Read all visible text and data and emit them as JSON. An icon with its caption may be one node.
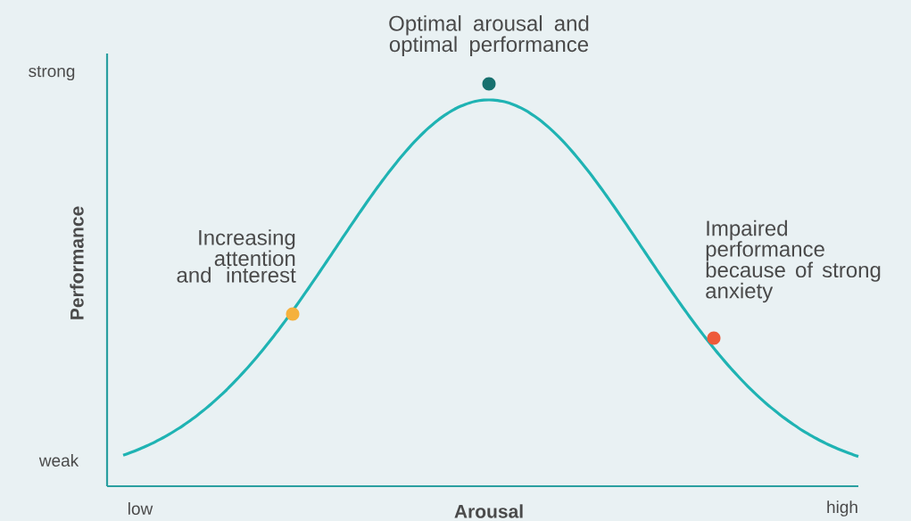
{
  "diagram": {
    "labels": [
      "Optimal arousal and optimal performance",
      "strong",
      "Increasing attention and interest",
      "Impaired performance because of strong anxiety",
      "Performance",
      "weak",
      "low",
      "Arousal",
      "high"
    ]
  }
}
